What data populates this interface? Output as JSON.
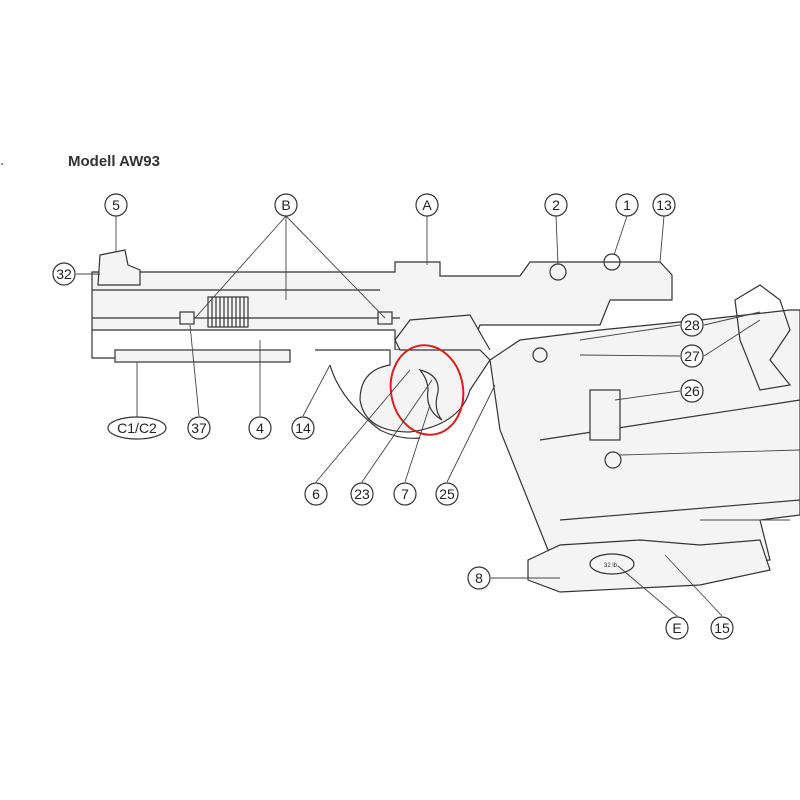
{
  "title": "Modell AW93",
  "margin_mark": ".",
  "weight_label": "32 lb",
  "highlight_color": "#d42020",
  "callouts": {
    "c5": "5",
    "cB": "B",
    "cA": "A",
    "c2": "2",
    "c1": "1",
    "c13": "13",
    "c32": "32",
    "c28": "28",
    "c27": "27",
    "c26": "26",
    "cC": "C1/C2",
    "c37": "37",
    "c4": "4",
    "c14": "14",
    "c6": "6",
    "c23": "23",
    "c7": "7",
    "c25": "25",
    "c8": "8",
    "cE": "E",
    "c15": "15"
  }
}
